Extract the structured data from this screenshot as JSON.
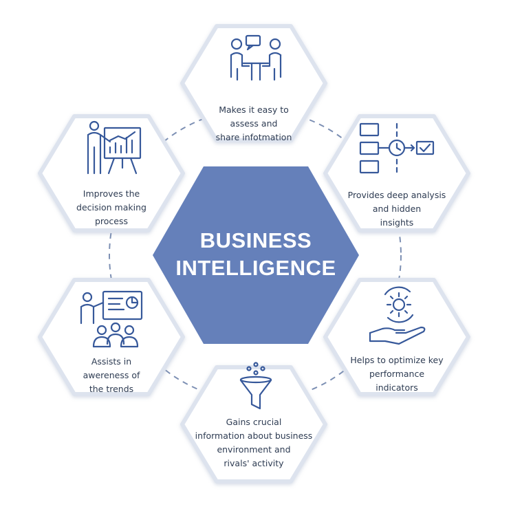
{
  "center": {
    "title_line1": "BUSINESS",
    "title_line2": "INTELLIGENCE"
  },
  "nodes": [
    {
      "id": "top",
      "icon": "meeting-icon",
      "lines": [
        "Makes it easy to",
        "assess and",
        "share infotmation"
      ]
    },
    {
      "id": "upper-right",
      "icon": "process-flow-icon",
      "lines": [
        "Provides deep analysis",
        "and hidden",
        "insights"
      ]
    },
    {
      "id": "lower-right",
      "icon": "gear-hand-icon",
      "lines": [
        "Helps to optimize key",
        "performance",
        "indicators"
      ]
    },
    {
      "id": "bottom",
      "icon": "funnel-icon",
      "lines": [
        "Gains crucial",
        "information about business",
        "environment and",
        "rivals' activity"
      ]
    },
    {
      "id": "lower-left",
      "icon": "presentation-audience-icon",
      "lines": [
        "Assists in",
        "awereness of",
        "the trends"
      ]
    },
    {
      "id": "upper-left",
      "icon": "presenter-chart-icon",
      "lines": [
        "Improves the",
        "decision making",
        "process"
      ]
    }
  ],
  "colors": {
    "center_fill": "#6580ba",
    "hex_fill": "#ffffff",
    "hex_border": "#dde3ee",
    "icon_stroke": "#36589a",
    "dash": "#7c8fb3",
    "text": "#2d3b52"
  }
}
